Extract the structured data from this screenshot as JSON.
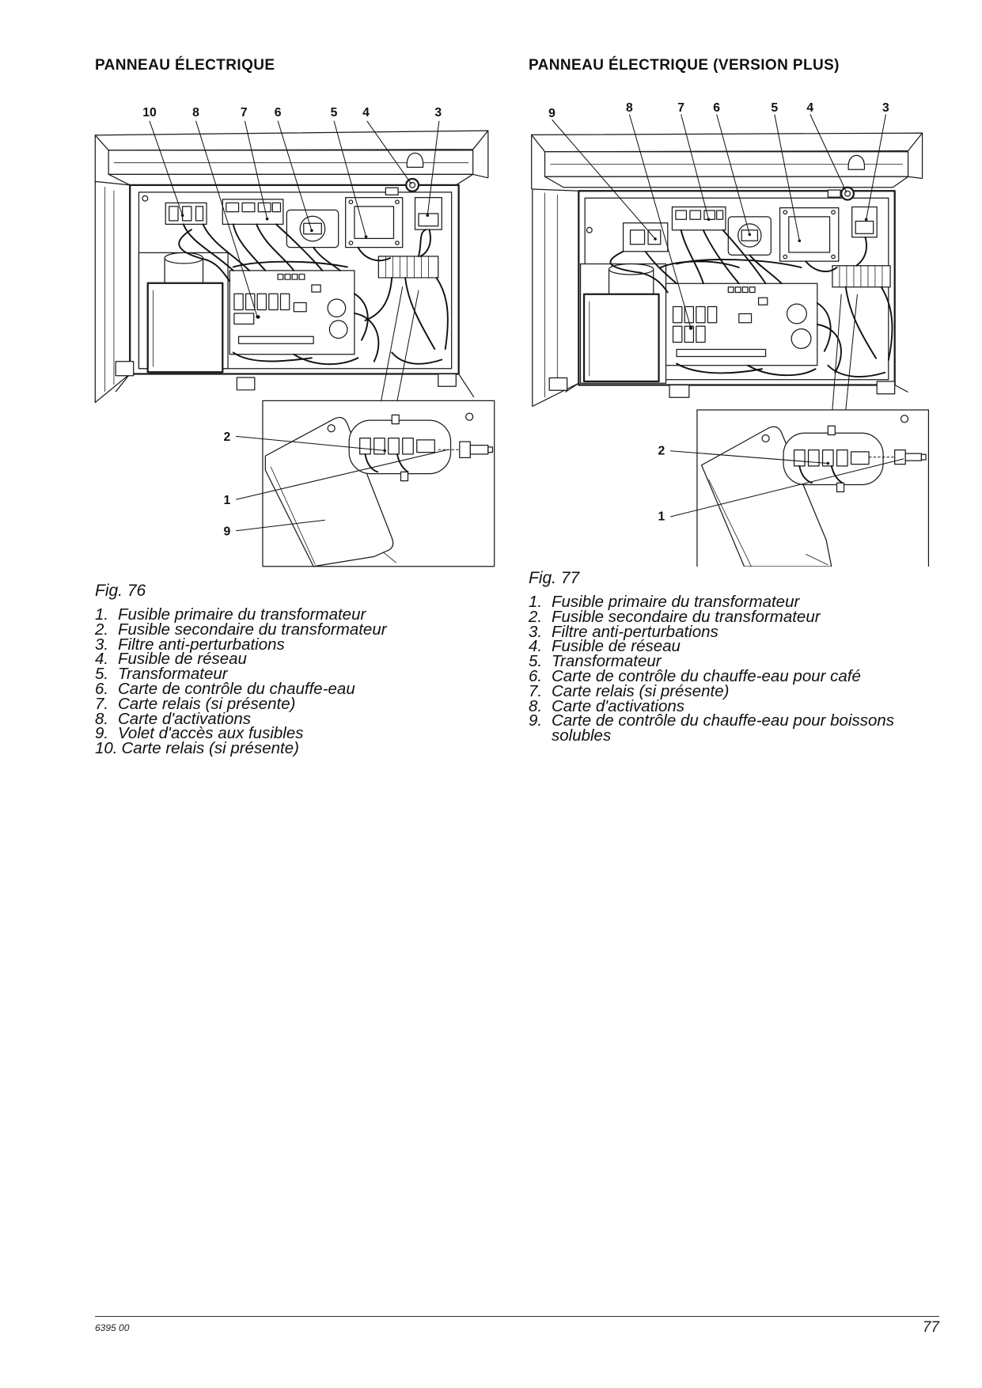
{
  "left": {
    "heading": "PANNEAU ÉLECTRIQUE",
    "figure": {
      "callouts_top": [
        "10",
        "8",
        "7",
        "6",
        "5",
        "4",
        "3"
      ],
      "callouts_inset": [
        "2",
        "1",
        "9"
      ]
    },
    "caption": "Fig. 76",
    "legend": [
      {
        "num": "1.",
        "text": "Fusible primaire du transformateur"
      },
      {
        "num": "2.",
        "text": "Fusible secondaire du transformateur"
      },
      {
        "num": "3.",
        "text": "Filtre anti-perturbations"
      },
      {
        "num": "4.",
        "text": "Fusible de réseau"
      },
      {
        "num": "5.",
        "text": "Transformateur"
      },
      {
        "num": "6.",
        "text": "Carte de contrôle du chauffe-eau"
      },
      {
        "num": "7.",
        "text": "Carte relais (si présente)"
      },
      {
        "num": "8.",
        "text": "Carte d'activations"
      },
      {
        "num": "9.",
        "text": "Volet d'accès aux fusibles"
      },
      {
        "num": "10.",
        "text": "Carte relais (si présente)"
      }
    ]
  },
  "right": {
    "heading": "PANNEAU ÉLECTRIQUE (VERSION PLUS)",
    "figure": {
      "callouts_top": [
        "9",
        "8",
        "7",
        "6",
        "5",
        "4",
        "3"
      ],
      "callouts_inset": [
        "2",
        "1"
      ]
    },
    "caption": "Fig. 77",
    "legend": [
      {
        "num": "1.",
        "text": "Fusible primaire du transformateur"
      },
      {
        "num": "2.",
        "text": "Fusible secondaire du transformateur"
      },
      {
        "num": "3.",
        "text": "Filtre anti-perturbations"
      },
      {
        "num": "4.",
        "text": "Fusible de réseau"
      },
      {
        "num": "5.",
        "text": "Transformateur"
      },
      {
        "num": "6.",
        "text": "Carte de contrôle du chauffe-eau pour café"
      },
      {
        "num": "7.",
        "text": "Carte relais (si présente)"
      },
      {
        "num": "8.",
        "text": "Carte d'activations"
      },
      {
        "num": "9.",
        "text": "Carte de contrôle du chauffe-eau pour boissons solubles"
      }
    ]
  },
  "footer": {
    "doc_code": "6395 00",
    "page_number": "77"
  }
}
